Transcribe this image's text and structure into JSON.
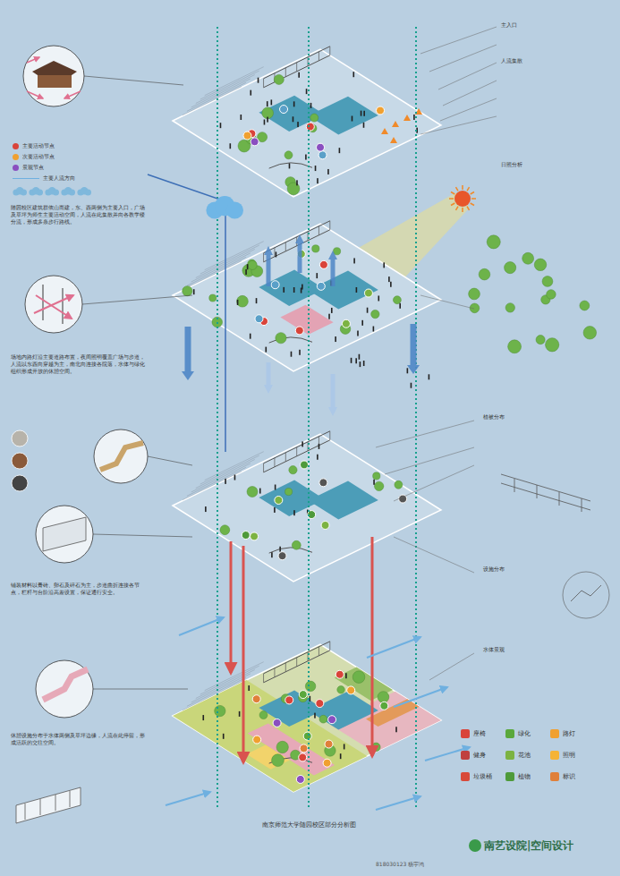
{
  "diagram": {
    "title": "南京师范大学随园校区部分分析图",
    "labels": [
      "818030123 杨宇鸿",
      "南艺设院|空间设计",
      "随园校区建筑群依山而建，东、西两侧为主要入口，广场及草坪为师生主要活动空间，人流在此集散并向各教学楼分流，形成多条步行路线。",
      "场地内路灯沿主要道路布置，夜间照明覆盖广场与步道，人流以东西向穿越为主，南北向连接各院落，水体与绿化组织形成开放的休憩空间。",
      "铺装材料以青砖、卵石及碎石为主，步道曲折连接各节点，栏杆与台阶沿高差设置，保证通行安全。",
      "休憩设施分布于水体两侧及草坪边缘，人流在此停留，形成活跃的交往空间。",
      "主入口",
      "人流集散",
      "日照分析",
      "植被分布",
      "设施分布",
      "水体景观"
    ],
    "legend": [
      {
        "text": "主要活动节点",
        "color": "#d9443a"
      },
      {
        "text": "次要活动节点",
        "color": "#f0a030"
      },
      {
        "text": "景观节点",
        "color": "#8a4fc0"
      },
      {
        "text": "主要人流方向"
      },
      {
        "text": "座椅",
        "color": "#d9443a"
      },
      {
        "text": "绿化",
        "color": "#5aa83c"
      },
      {
        "text": "路灯",
        "color": "#f0a030"
      },
      {
        "text": "健身",
        "color": "#c04040"
      },
      {
        "text": "花池",
        "color": "#7cb342"
      },
      {
        "text": "照明",
        "color": "#f5b335"
      },
      {
        "text": "垃圾桶",
        "color": "#d84a3a"
      },
      {
        "text": "植物",
        "color": "#4e9a3a"
      },
      {
        "text": "标识",
        "color": "#e0803a"
      }
    ]
  }
}
